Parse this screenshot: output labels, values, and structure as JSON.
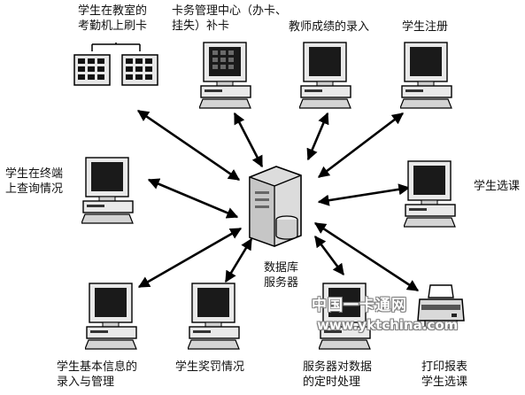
{
  "labels": {
    "attendance": [
      "学生在教室的",
      "考勤机上刷卡"
    ],
    "card_center": [
      "卡务管理中心（办卡、",
      "挂失）补卡"
    ],
    "grade_entry": "教师成绩的录入",
    "registration": "学生注册",
    "terminal_query": [
      "学生在终端",
      "上查询情况"
    ],
    "course_select": "学生选课",
    "database_server": [
      "数据库",
      "服务器"
    ],
    "basic_info": [
      "学生基本信息的",
      "录入与管理"
    ],
    "rewards": "学生奖罚情况",
    "scheduled": [
      "服务器对数据",
      "的定时处理"
    ],
    "print": [
      "打印报表",
      "学生选课"
    ]
  },
  "watermark": {
    "line1": "中国一卡通网",
    "line2": "www.yktchina.com"
  },
  "colors": {
    "ink": "#111111",
    "screen": "#1a1a1a",
    "case": "#e9e9e9",
    "arrow": "#000000"
  }
}
